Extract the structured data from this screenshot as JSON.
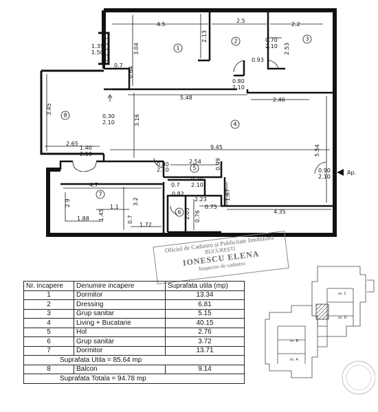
{
  "table": {
    "headers": [
      "Nr. incapere",
      "Denumire incapere",
      "Suprafata utila (mp)"
    ],
    "rooms": [
      {
        "nr": "1",
        "name": "Dormitor",
        "area": "13.34"
      },
      {
        "nr": "2",
        "name": "Dressing",
        "area": "6.81"
      },
      {
        "nr": "3",
        "name": "Grup sanitar",
        "area": "5.15"
      },
      {
        "nr": "4",
        "name": "Living + Bucatarie",
        "area": "40.15"
      },
      {
        "nr": "5",
        "name": "Hol",
        "area": "2.76"
      },
      {
        "nr": "6",
        "name": "Grup sanitar",
        "area": "3.72"
      },
      {
        "nr": "7",
        "name": "Dormitor",
        "area": "13.71"
      }
    ],
    "suprafata_utila": "Suprafata Utila = 85.64 mp",
    "balcon": {
      "nr": "8",
      "name": "Balcon",
      "area": "9.14"
    },
    "suprafata_totala": "Suprafata Totala = 94.78 mp"
  },
  "stamp": {
    "line1": "Oficiul de Cadastru și Publicitate Imobiliară",
    "line2": "BUCUREȘTI",
    "line3": "IONESCU ELENA",
    "line4": "Inspector de cadastru"
  },
  "entrance_label": "Ap.",
  "room_labels": [
    "1",
    "2",
    "3",
    "4",
    "5",
    "6",
    "7",
    "8"
  ],
  "dimensions": {
    "d1": "4.5",
    "d2": "2.5",
    "d3": "2.2",
    "d4": "2.13",
    "d5": "3.04",
    "d6": "2.53",
    "d7": "1.35",
    "d8": "1.50",
    "d9": "0.7",
    "d10": "0.64",
    "d11": "0.93",
    "d12": "0.70",
    "d13": "2.10",
    "d14": "0.80",
    "d15": "2.10",
    "d16": "5.48",
    "d17": "2.46",
    "d18": "3.45",
    "d19": "0.30",
    "d20": "2.10",
    "d21": "3.16",
    "d22": "2.65",
    "d23": "1.40",
    "d24": "2.10",
    "d25": "9.45",
    "d26": "0.80",
    "d27": "2.10",
    "d28": "2.54",
    "d29": "0.99",
    "d30": "0.90",
    "d31": "2.10",
    "d32": "5.54",
    "d33": "4.7",
    "d34": "0.7",
    "d35": "0.70",
    "d36": "2.10",
    "d37": "0.82",
    "d38": "2.23",
    "d39": "1.67",
    "d40": "2.9",
    "d41": "3.2",
    "d42": "1.1",
    "d43": "2.05",
    "d44": "0.75",
    "d45": "4.35",
    "d46": "1.88",
    "d47": "1.72",
    "d48": "0.76",
    "d49": "1.45",
    "d50": "0.7"
  },
  "keyplan_labels": [
    "sc. C",
    "sc. D",
    "sc. B",
    "sc. A"
  ],
  "colors": {
    "line": "#111111",
    "stamp": "#666666",
    "hatch": "#333333"
  }
}
